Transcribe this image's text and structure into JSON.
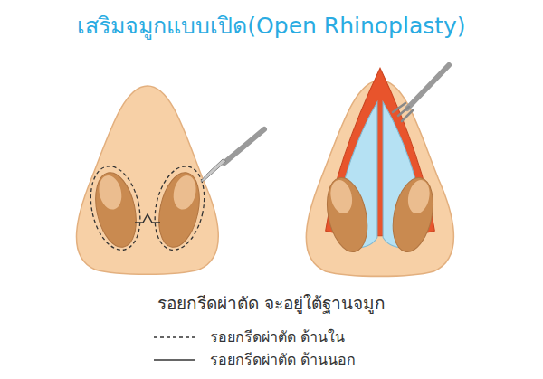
{
  "diagram": {
    "title": "เสริมจมูกแบบเปิด(Open Rhinoplasty)",
    "caption": "รอยกรีดผ่าตัด จะอยู่ใต้ฐานจมูก",
    "legend": [
      {
        "text": "รอยกรีดผ่าตัด ด้านใน"
      },
      {
        "text": "รอยกรีดผ่าตัด ด้านนอก"
      }
    ]
  }
}
